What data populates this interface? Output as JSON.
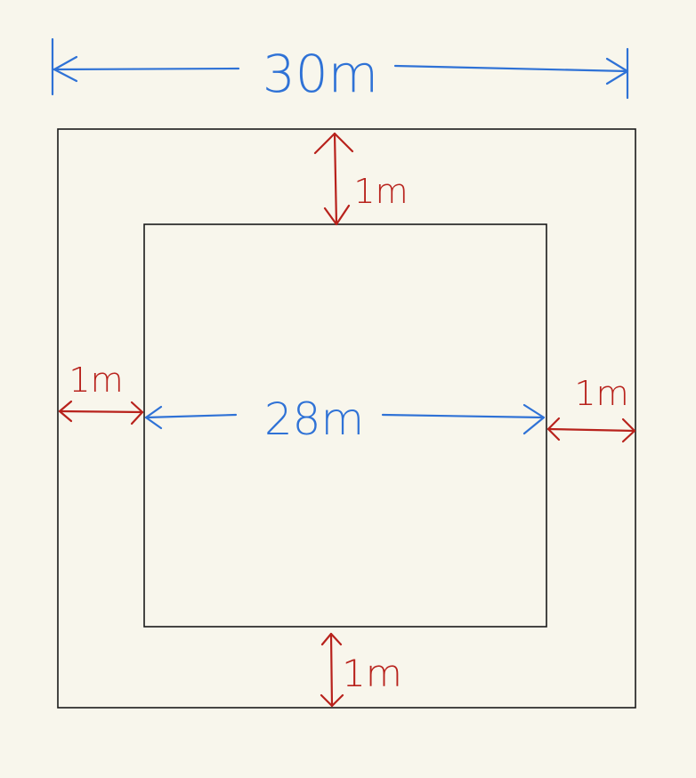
{
  "colors": {
    "background": "#f8f6ec",
    "outline": "#1a1a1a",
    "blue": "#2f72d6",
    "red": "#b8221c"
  },
  "labels": {
    "outer_width": "30m",
    "inner_width": "28m",
    "gap_top": "1m",
    "gap_left": "1m",
    "gap_right": "1m",
    "gap_bottom": "1m"
  }
}
